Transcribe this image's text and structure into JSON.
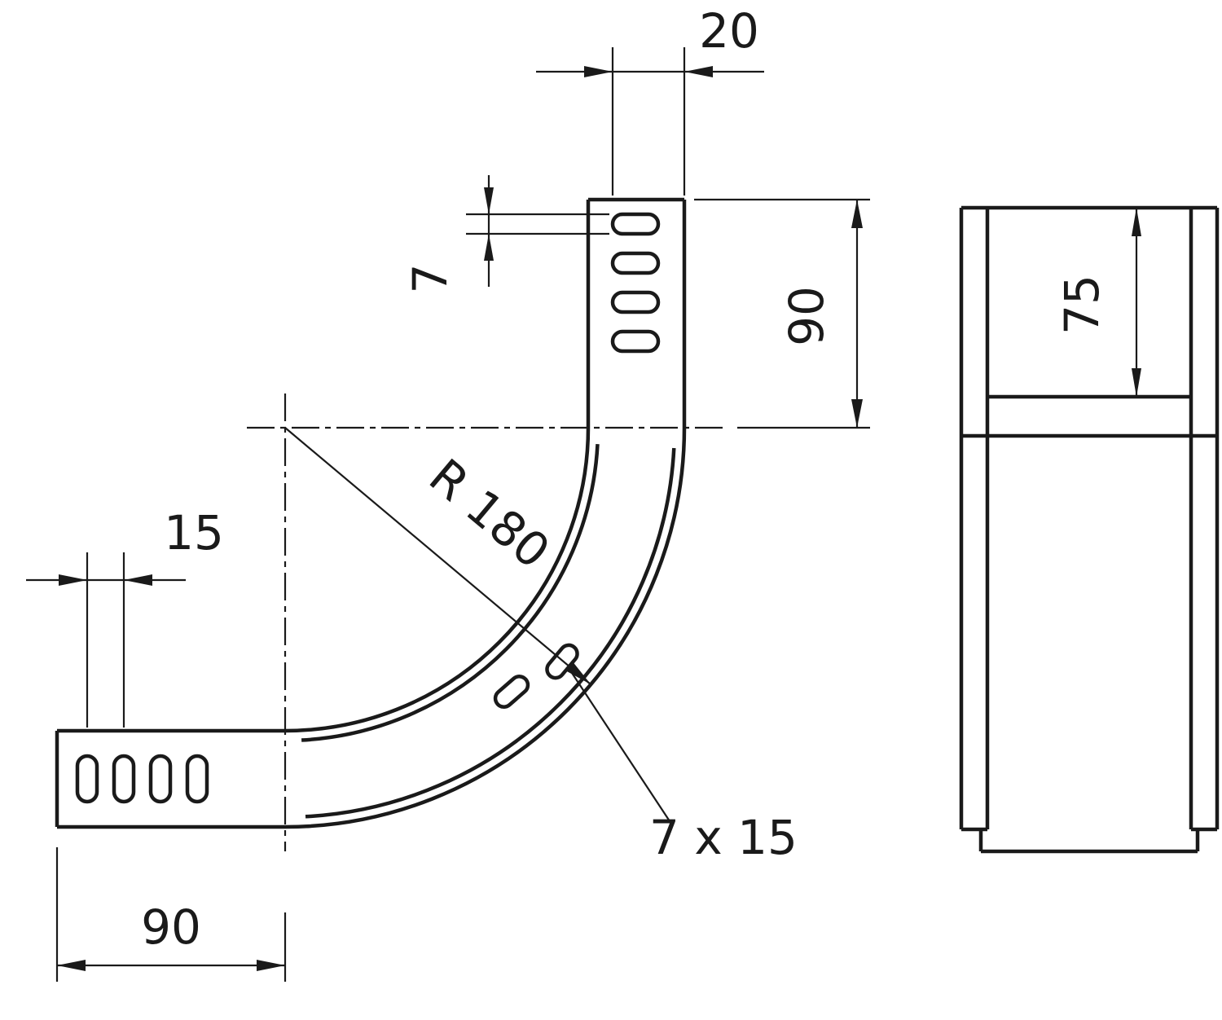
{
  "drawing": {
    "description": "Dimensioned technical drawing of a 90-degree cable tray riser bend with slotted holes, front view and side view",
    "views": {
      "front": "front-view-90-degree-bend",
      "side": "side-view-channel-section"
    },
    "dimensions": {
      "d20": "20",
      "d7": "7",
      "d90_right": "90",
      "d15": "15",
      "d90_bottom": "90",
      "radius": "R 180",
      "slot": "7 x 15",
      "d75": "75"
    },
    "style": {
      "ink": "#1a1a1a",
      "background": "#ffffff"
    }
  }
}
